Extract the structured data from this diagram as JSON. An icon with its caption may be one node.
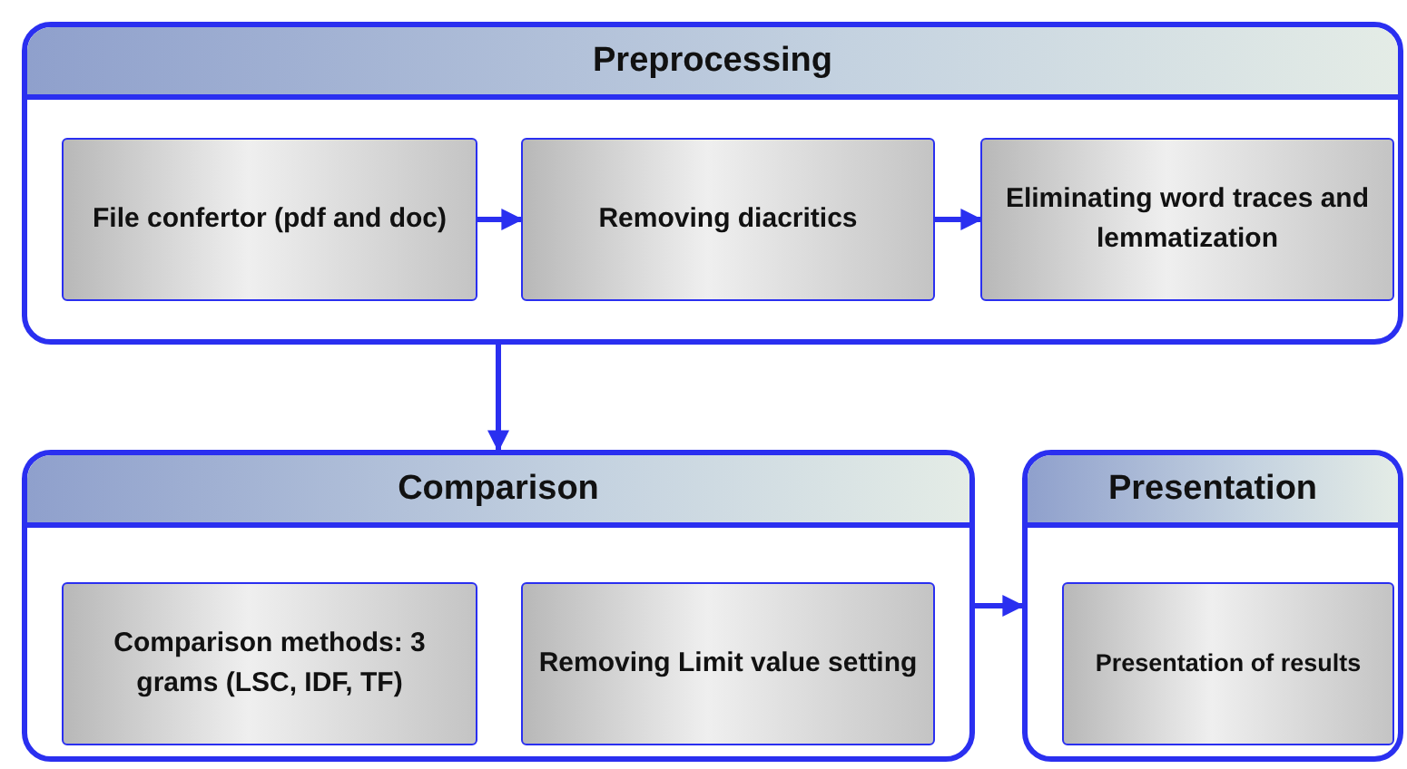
{
  "diagram": {
    "nodes": [
      {
        "text": [
          "Preprocessing"
        ]
      },
      {
        "text": [
          "File confertor (pdf and doc)"
        ],
        "in": 0
      },
      {
        "text": [
          "Removing diacritics"
        ],
        "in": 0
      },
      {
        "text": [
          "Eliminating word traces and lemmatization"
        ],
        "in": 0
      },
      {
        "text": [
          "Comparison"
        ]
      },
      {
        "text": [
          "Comparison methods: 3 grams (LSC, IDF, TF)"
        ],
        "in": 4
      },
      {
        "text": [
          "Removing Limit value setting"
        ],
        "in": 4
      },
      {
        "text": [
          "Presentation"
        ]
      },
      {
        "text": [
          "Presentation of results"
        ],
        "in": 7
      }
    ],
    "edges": [
      {
        "from": 1,
        "to": 2,
        "arrow": "to"
      },
      {
        "from": 2,
        "to": 3,
        "arrow": "to"
      },
      {
        "from": 0,
        "to": 4,
        "arrow": "to"
      },
      {
        "from": 4,
        "to": 7,
        "arrow": "to"
      }
    ]
  }
}
